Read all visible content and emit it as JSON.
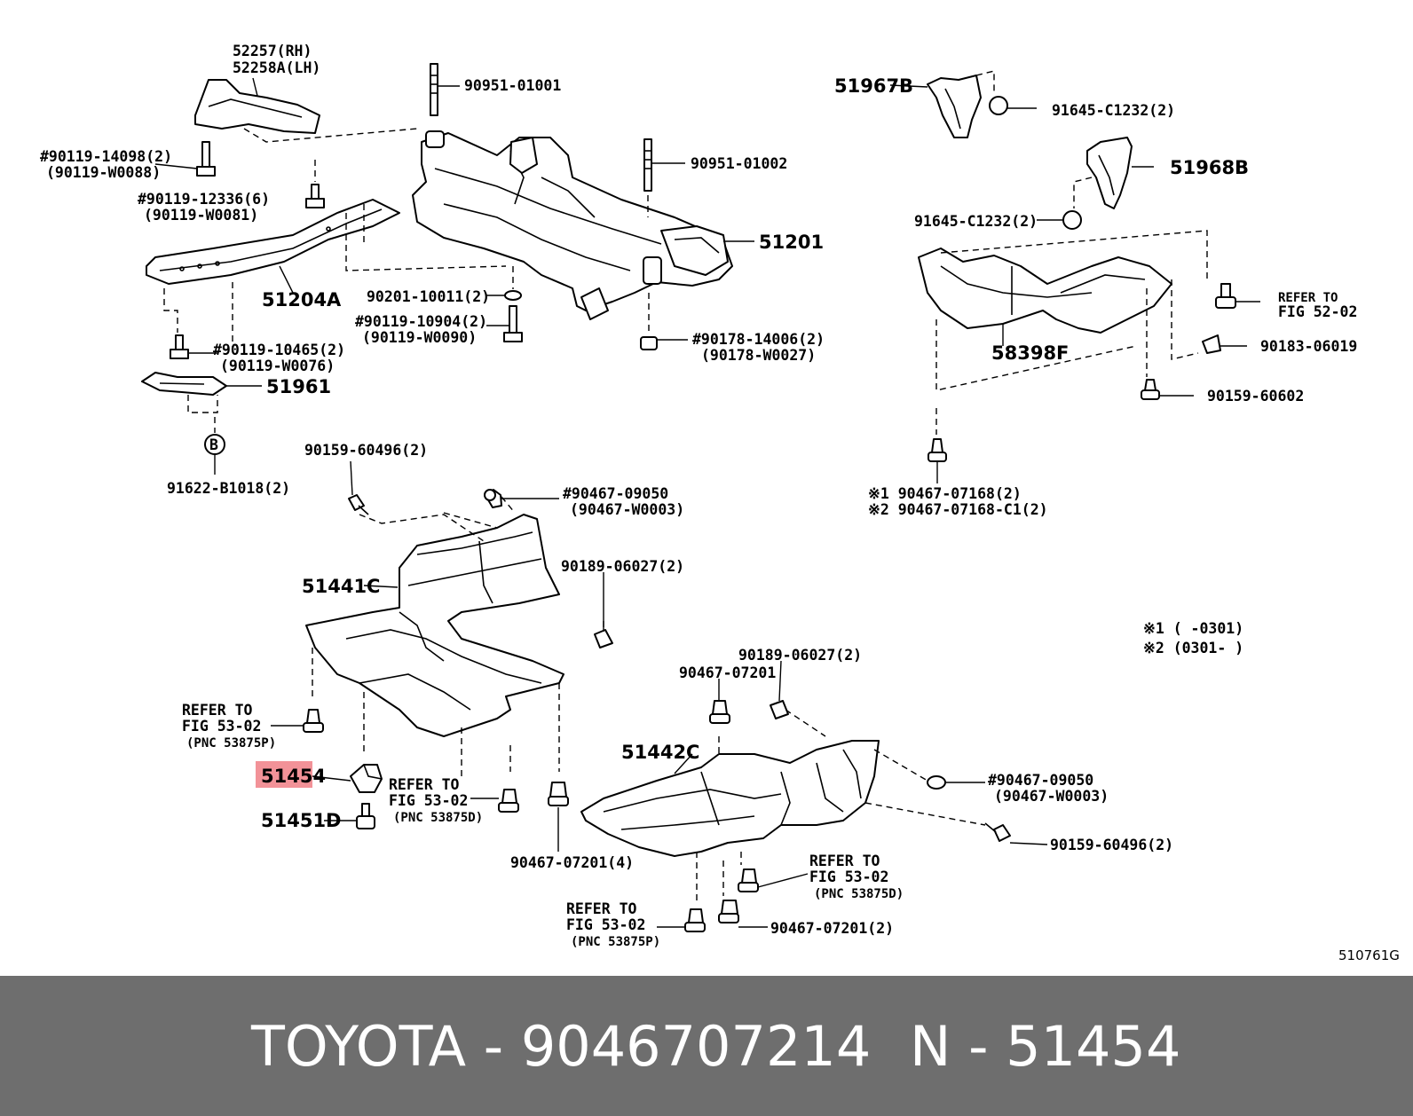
{
  "labels": {
    "l52257": "52257(RH)",
    "l52258a": "52258A(LH)",
    "l90951_01001": "90951-01001",
    "l90119_14098": "#90119-14098(2)",
    "l90119_w0088": "(90119-W0088)",
    "l90119_12336": "#90119-12336(6)",
    "l90119_w0081": "(90119-W0081)",
    "l90951_01002": "90951-01002",
    "l51201": "51201",
    "l51204a": "51204A",
    "l90201": "90201-10011(2)",
    "l90119_10904": "#90119-10904(2)",
    "l90119_w0090": "(90119-W0090)",
    "l90178_14006": "#90178-14006(2)",
    "l90178_w0027": "(90178-W0027)",
    "l90119_10465": "#90119-10465(2)",
    "l90119_w0076": "(90119-W0076)",
    "l51961": "51961",
    "b_circle": "B",
    "l91622": "91622-B1018(2)",
    "l51967b": "51967B",
    "l91645_a": "91645-C1232(2)",
    "l51968b": "51968B",
    "l91645_b": "91645-C1232(2)",
    "l58398f": "58398F",
    "refer_52_a": "REFER TO",
    "refer_52_b": "FIG 52-02",
    "l90183": "90183-06019",
    "l90159_60602": "90159-60602",
    "note1_part": "※1 90467-07168(2)",
    "note2_part": "※2 90467-07168-C1(2)",
    "l90159_60496_a": "90159-60496(2)",
    "l90467_09050_a": "#90467-09050",
    "l90467_w0003_a": "(90467-W0003)",
    "l51441c": "51441C",
    "l90189_a": "90189-06027(2)",
    "legend1": "※1 (     -0301)",
    "legend2": "※2 (0301-     )",
    "refer_a1": "REFER TO",
    "refer_a2": "FIG 53-02",
    "refer_a3": "(PNC 53875P)",
    "l51454": "51454",
    "refer_b1": "REFER TO",
    "refer_b2": "FIG 53-02",
    "refer_b3": "(PNC 53875D)",
    "l51451d": "51451D",
    "l90467_07201_4": "90467-07201(4)",
    "l90189_b": "90189-06027(2)",
    "l90467_07201": "90467-07201",
    "l51442c": "51442C",
    "l90467_09050_b": "#90467-09050",
    "l90467_w0003_b": "(90467-W0003)",
    "l90159_60496_b": "90159-60496(2)",
    "refer_c1": "REFER TO",
    "refer_c2": "FIG 53-02",
    "refer_c3": "(PNC 53875D)",
    "refer_d1": "REFER TO",
    "refer_d2": "FIG 53-02",
    "refer_d3": "(PNC 53875P)",
    "l90467_07201_2": "90467-07201(2)",
    "fig_code": "510761G"
  },
  "highlight_color": "#f07f86",
  "footer": {
    "left": "TOYOTA - 9046707214",
    "right": "N - 51454",
    "background": "#6e6e6e"
  }
}
